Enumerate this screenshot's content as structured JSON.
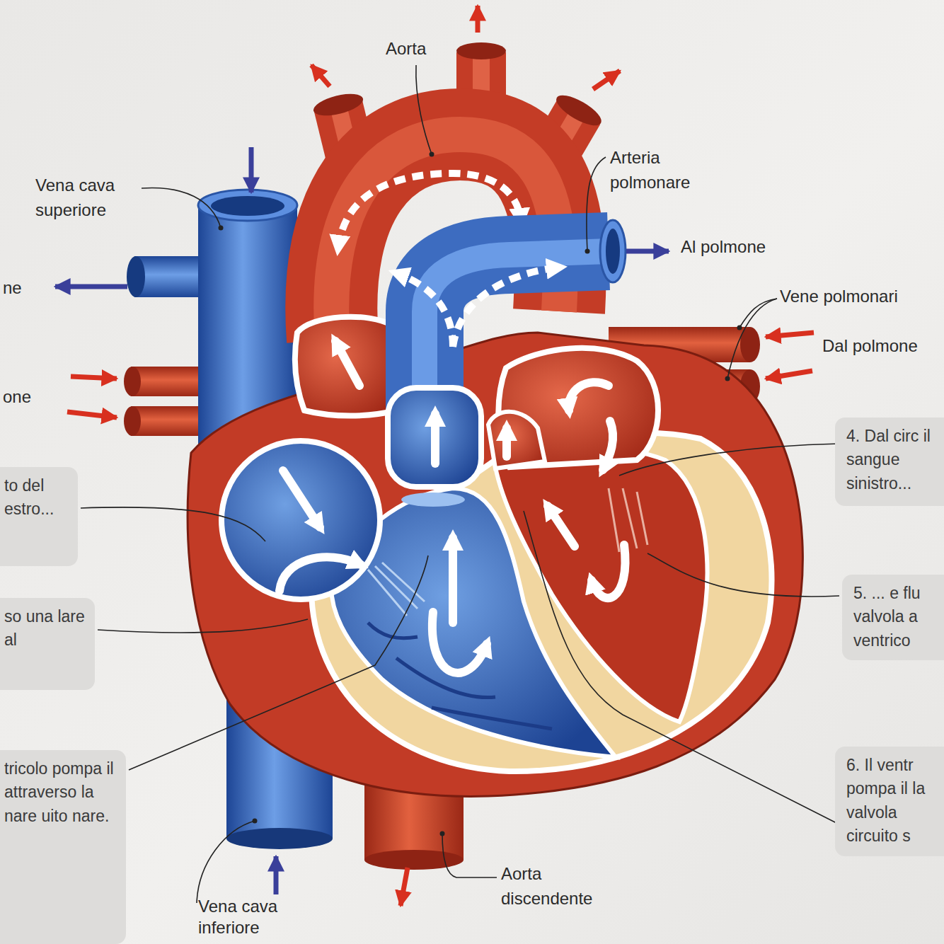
{
  "diagram": {
    "nodes": [
      {
        "text": [
          "4. Dal circ il sangue sinistro..."
        ]
      },
      {
        "text": [
          "to del estro..."
        ]
      },
      {
        "text": [
          "5. ... e flu valvola a ventrico"
        ]
      },
      {
        "text": [
          "so una lare al"
        ]
      },
      {
        "text": [
          "6. Il ventr pompa il la valvola circuito s"
        ]
      },
      {
        "text": [
          "tricolo pompa il attraverso la nare uito nare."
        ]
      }
    ],
    "labels": [
      "Aorta",
      "Vena cava superiore",
      "Arteria polmonare",
      "Al polmone",
      "Vene polmonari",
      "Dal polmone",
      "ne",
      "one",
      "Aorta discendente",
      "Vena cava inferiore"
    ]
  }
}
